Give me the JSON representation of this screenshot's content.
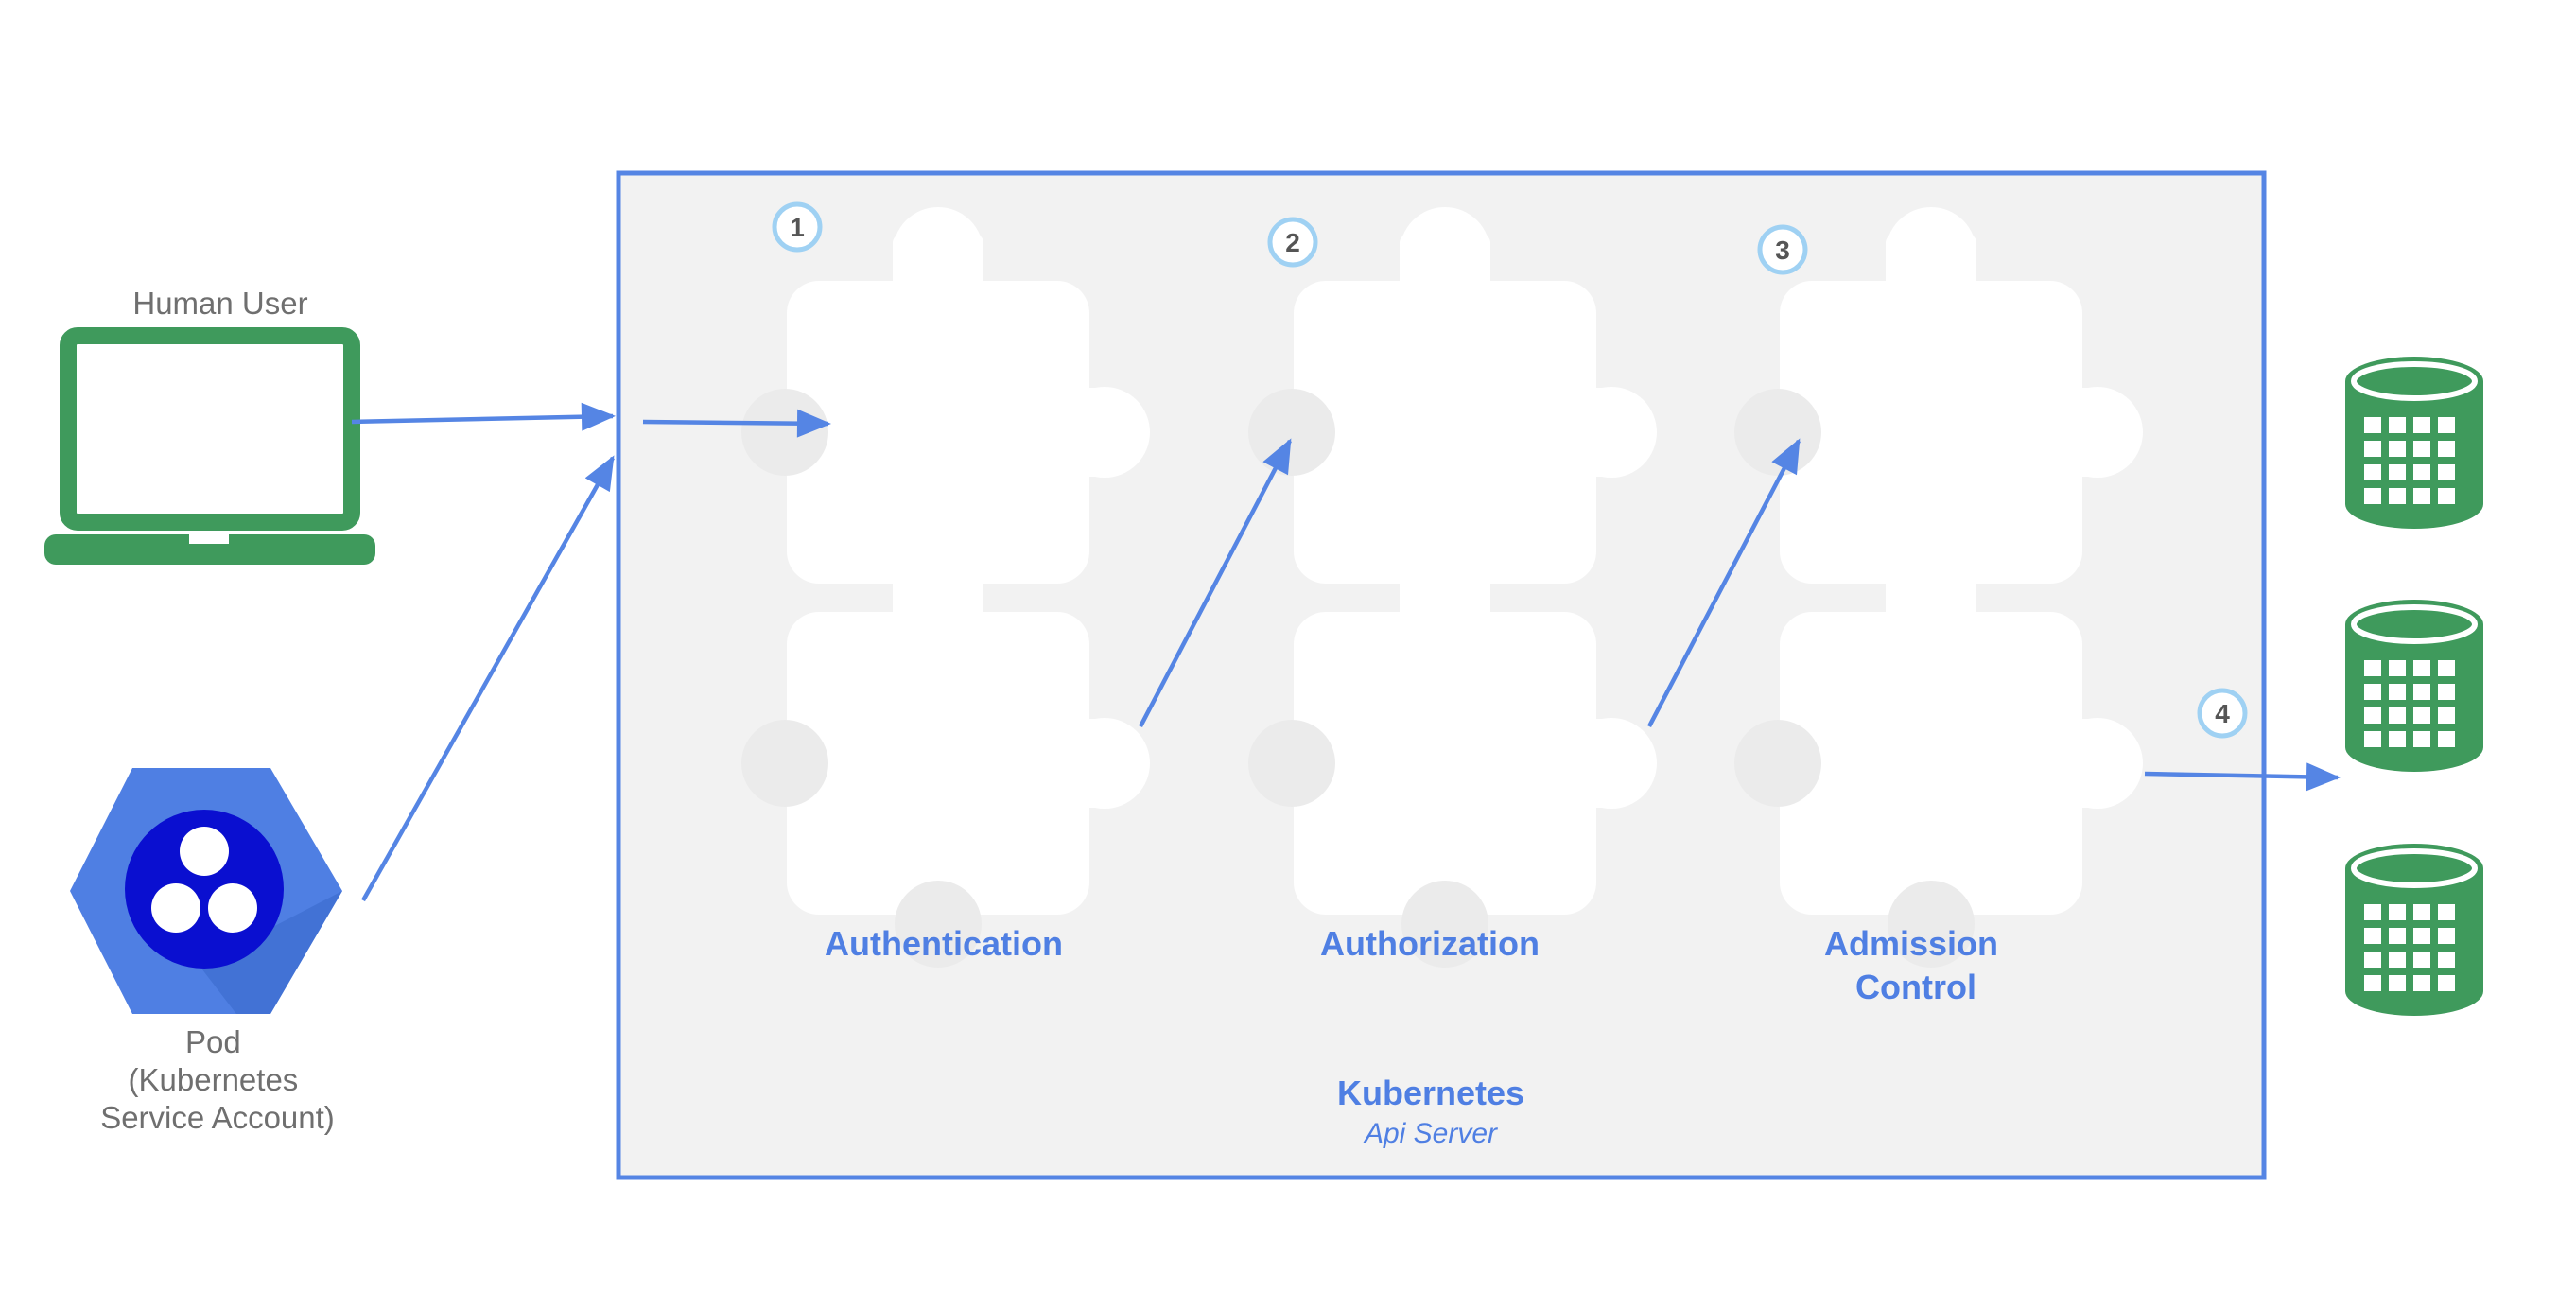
{
  "clients": {
    "human_user": {
      "label": "Human User",
      "icon": "laptop-icon"
    },
    "pod": {
      "label_lines": [
        "Pod",
        "(Kubernetes",
        "Service Account)"
      ],
      "icon": "kubernetes-pod-icon"
    }
  },
  "api_server": {
    "title": "Kubernetes",
    "subtitle": "Api Server"
  },
  "stages": [
    {
      "step": "1",
      "label_lines": [
        "Authentication"
      ]
    },
    {
      "step": "2",
      "label_lines": [
        "Authorization"
      ]
    },
    {
      "step": "3",
      "label_lines": [
        "Admission",
        "Control"
      ]
    }
  ],
  "persist_step": "4",
  "storage": {
    "icon": "database-icon",
    "count": 3
  },
  "colors": {
    "accent_blue": "#4f7fe3",
    "arrow_blue": "#5585e4",
    "client_green": "#3f9a5c",
    "server_bg": "#f2f2f2",
    "step_ring": "#9fd1f3",
    "pod_hex": "#4f7fe3",
    "pod_core": "#0a0fd0"
  }
}
